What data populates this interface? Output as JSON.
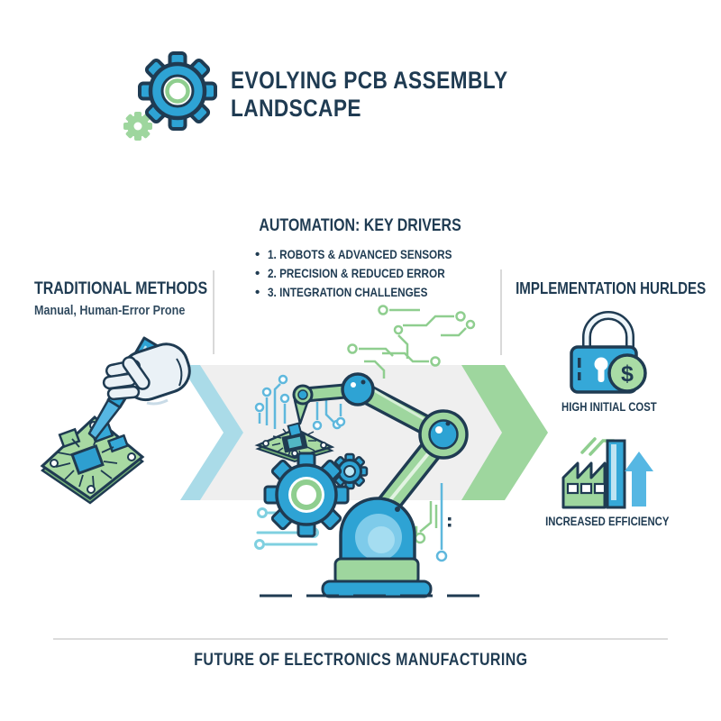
{
  "header": {
    "icon": "gears-icon",
    "title_line1": "EVOLYING PCB ASSEMBLY",
    "title_line2": "LANDSCAPE"
  },
  "sections": {
    "automation": {
      "heading": "AUTOMATION: KEY DRIVERS",
      "bullet": "•",
      "items": [
        "1. ROBOTS & ADVANCED SENSORS",
        "2. PRECISION & REDUCED ERROR",
        "3. INTEGRATION CHALLENGES"
      ]
    },
    "traditional": {
      "heading": "TRADITIONAL METHODS",
      "subheading": "Manual, Human-Error Prone"
    },
    "hurdles": {
      "heading": "IMPLEMENTATION HURLDES",
      "items": [
        {
          "icon": "lock-dollar-icon",
          "label": "HIGH INITIAL COST",
          "symbol": "$"
        },
        {
          "icon": "factory-growth-icon",
          "label": "INCREASED EFFICIENCY"
        }
      ]
    }
  },
  "footer": {
    "caption": "FUTURE OF ELECTRONICS MANUFACTURING"
  },
  "illustration": {
    "left_scene": "hand-with-tool-over-pcb",
    "center_scene": "robot-arm-assembling-pcb",
    "flow": "traditional-to-automated"
  },
  "colors": {
    "navy": "#1f3b52",
    "blue": "#2ea3d4",
    "light_blue": "#7ecbea",
    "pale_blue_chevron": "#aadbe8",
    "green": "#9ed69e",
    "trace_green": "#8fce8f",
    "trace_blue": "#5fb8dd",
    "band_gray": "#efefef",
    "divider_gray": "#d9d9d9"
  }
}
